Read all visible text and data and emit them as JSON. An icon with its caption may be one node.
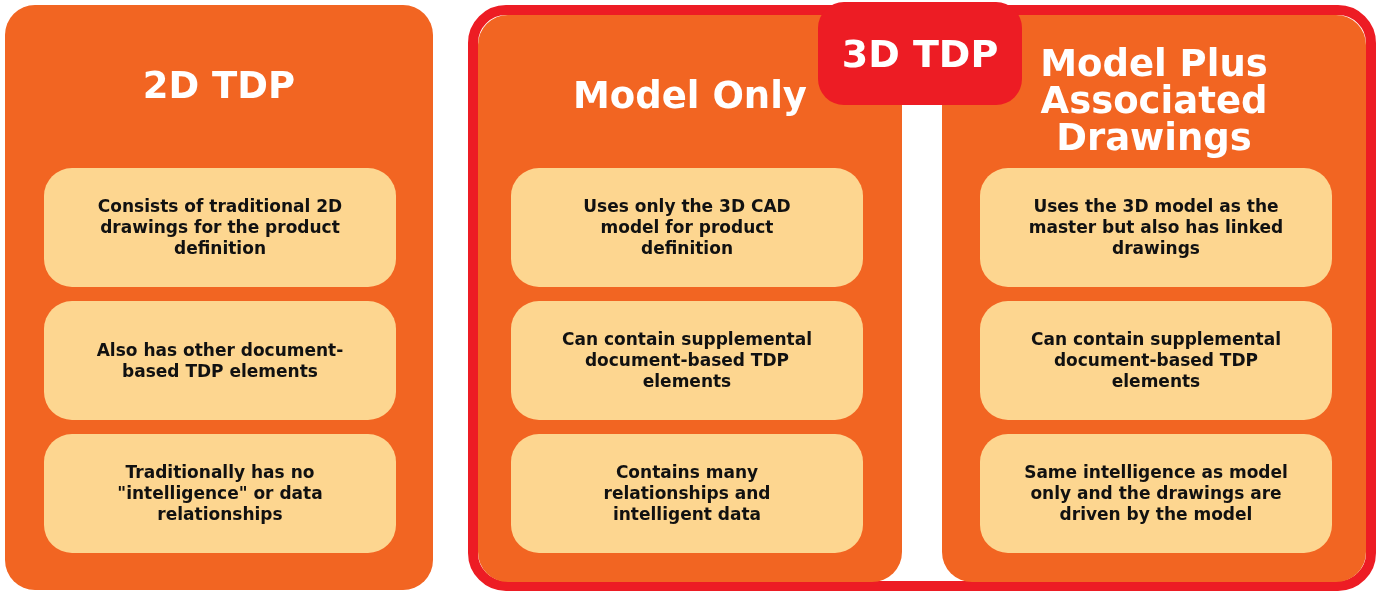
{
  "diagram": {
    "nodes": [
      {
        "text": [
          "2D TDP"
        ]
      },
      {
        "text": [
          "Consists of traditional 2D drawings for the product definition"
        ],
        "in": 0
      },
      {
        "text": [
          "Also has other document-based TDP elements"
        ],
        "in": 0
      },
      {
        "text": [
          "Traditionally has no \"intelligence\" or data relationships"
        ],
        "in": 0
      },
      {
        "text": [
          "3D TDP"
        ]
      },
      {
        "text": [
          "Model Only"
        ],
        "in": 4
      },
      {
        "text": [
          "Uses only the 3D CAD model for product definition"
        ],
        "in": 5
      },
      {
        "text": [
          "Can contain supplemental document-based TDP elements"
        ],
        "in": 5
      },
      {
        "text": [
          "Contains many relationships and intelligent data"
        ],
        "in": 5
      },
      {
        "text": [
          "Model Plus Associated Drawings"
        ],
        "in": 4
      },
      {
        "text": [
          "Uses the 3D model as the master but also has linked drawings"
        ],
        "in": 9
      },
      {
        "text": [
          "Can contain supplemental document-based TDP elements"
        ],
        "in": 9
      },
      {
        "text": [
          "Same intelligence as model only and the drawings are driven by the model"
        ],
        "in": 9
      }
    ]
  }
}
